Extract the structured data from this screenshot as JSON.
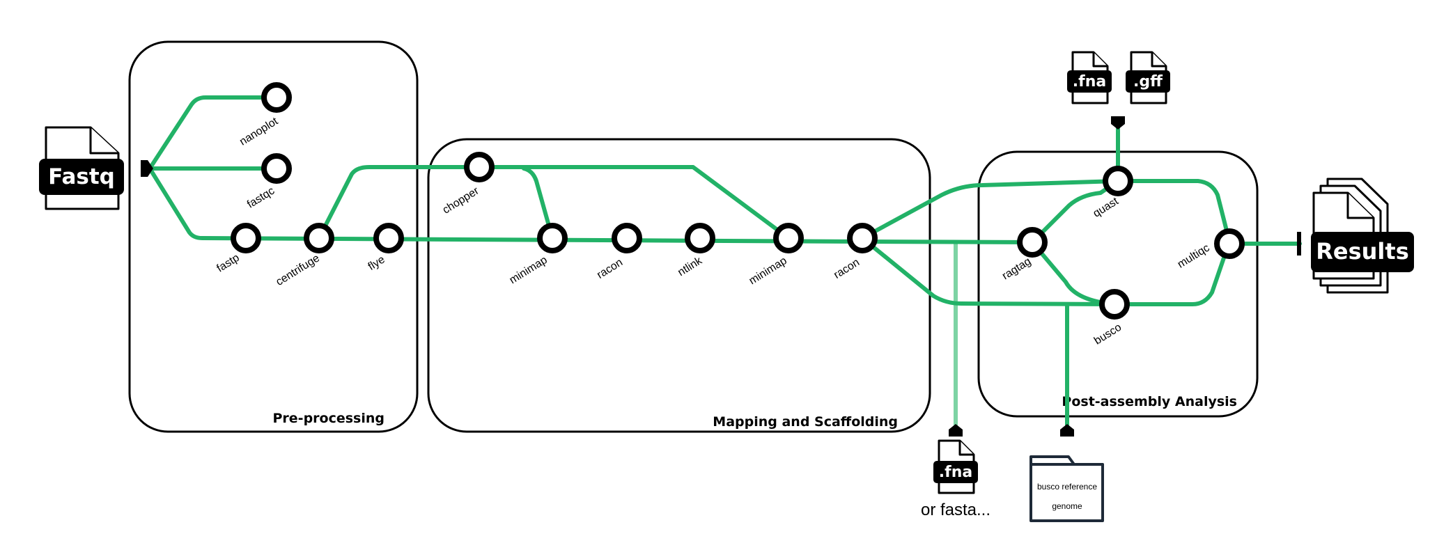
{
  "colors": {
    "track": "#22b267",
    "track_light": "#7dd3a4",
    "node_stroke": "#000000",
    "folder_stroke": "#1e2a38"
  },
  "input": {
    "label": "Fastq",
    "icon": "fastq-file-icon"
  },
  "stages": {
    "preprocessing": "Pre-processing",
    "mapping": "Mapping and Scaffolding",
    "post": "Post-assembly Analysis"
  },
  "nodes": {
    "nanoplot": "nanoplot",
    "fastqc": "fastqc",
    "fastp": "fastp",
    "centrifuge": "centrifuge",
    "flye": "flye",
    "chopper": "chopper",
    "minimap1": "minimap",
    "racon1": "racon",
    "ntlink": "ntlink",
    "minimap2": "minimap",
    "racon2": "racon",
    "ragtag": "ragtag",
    "quast": "quast",
    "busco": "busco",
    "multiqc": "multiqc"
  },
  "files": {
    "quast_fna": ".fna",
    "quast_gff": ".gff",
    "ragtag_fna": ".fna",
    "ragtag_alt": "or fasta...",
    "busco_ref_line1": "busco reference",
    "busco_ref_line2": "genome"
  },
  "output": {
    "label": "Results",
    "icon": "results-files-icon"
  }
}
